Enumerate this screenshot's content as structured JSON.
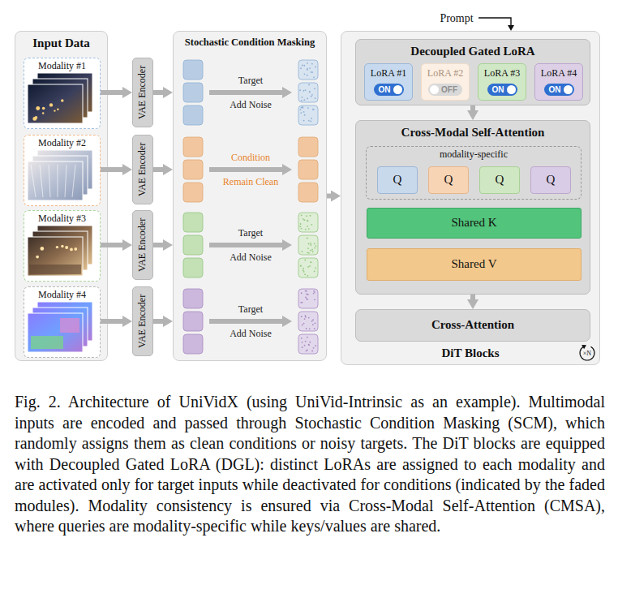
{
  "diagram": {
    "caption": "Fig. 2. Architecture of UniVidX (using UniVid-Intrinsic as an example). Multimodal inputs are encoded and passed through Stochastic Condition Masking (SCM), which randomly assigns them as clean conditions or noisy targets. The DiT blocks are equipped with Decoupled Gated LoRA (DGL): distinct LoRAs are assigned to each modality and are activated only for target inputs while deactivated for conditions (indicated by the faded modules). Modality consistency is ensured via Cross-Modal Self-Attention (CMSA), where queries are modality-specific while keys/values are shared.",
    "nodes": [
      {
        "text": [
          "Input Data"
        ]
      },
      {
        "text": [
          "Modality #1"
        ],
        "in": 0
      },
      {
        "text": [
          "Modality #2"
        ],
        "in": 0
      },
      {
        "text": [
          "Modality #3"
        ],
        "in": 0
      },
      {
        "text": [
          "Modality #4"
        ],
        "in": 0
      },
      {
        "text": [
          "VAE Encoder"
        ]
      },
      {
        "text": [
          "VAE Encoder"
        ]
      },
      {
        "text": [
          "VAE Encoder"
        ]
      },
      {
        "text": [
          "VAE Encoder"
        ]
      },
      {
        "text": [
          "Stochastic Condition Masking"
        ]
      },
      {
        "text": [
          "DiT Blocks"
        ]
      },
      {
        "text": [
          "Decoupled Gated LoRA"
        ],
        "in": 10
      },
      {
        "text": [
          "LoRA #1",
          "ON"
        ],
        "in": 11
      },
      {
        "text": [
          "LoRA #2",
          "OFF"
        ],
        "in": 11
      },
      {
        "text": [
          "LoRA #3",
          "ON"
        ],
        "in": 11
      },
      {
        "text": [
          "LoRA #4",
          "ON"
        ],
        "in": 11
      },
      {
        "text": [
          "Cross-Modal Self-Attention"
        ],
        "in": 10
      },
      {
        "text": [
          "modality-specific"
        ],
        "in": 16
      },
      {
        "text": [
          "Q"
        ],
        "in": 17
      },
      {
        "text": [
          "Q"
        ],
        "in": 17
      },
      {
        "text": [
          "Q"
        ],
        "in": 17
      },
      {
        "text": [
          "Q"
        ],
        "in": 17
      },
      {
        "text": [
          "Shared K"
        ],
        "in": 16
      },
      {
        "text": [
          "Shared V"
        ],
        "in": 16
      },
      {
        "text": [
          "Cross-Attention"
        ],
        "in": 10
      }
    ],
    "edges": [
      {
        "from": 1,
        "to": 5,
        "arrow": "to"
      },
      {
        "from": 2,
        "to": 6,
        "arrow": "to"
      },
      {
        "from": 3,
        "to": 7,
        "arrow": "to"
      },
      {
        "from": 4,
        "to": 8,
        "arrow": "to"
      },
      {
        "from": 5,
        "to": 9,
        "arrow": "to"
      },
      {
        "from": 6,
        "to": 9,
        "arrow": "to"
      },
      {
        "from": 7,
        "to": 9,
        "arrow": "to"
      },
      {
        "from": 8,
        "to": 9,
        "arrow": "to"
      },
      {
        "from": 9,
        "to": 10,
        "arrow": "to"
      },
      {
        "from": 11,
        "to": 16,
        "arrow": "to"
      },
      {
        "from": 16,
        "to": 24,
        "arrow": "to"
      }
    ],
    "labels": [
      "Prompt",
      "Target",
      "Add Noise",
      "Condition",
      "Remain Clean",
      "Target",
      "Add Noise",
      "Target",
      "Add Noise",
      "×N"
    ]
  }
}
